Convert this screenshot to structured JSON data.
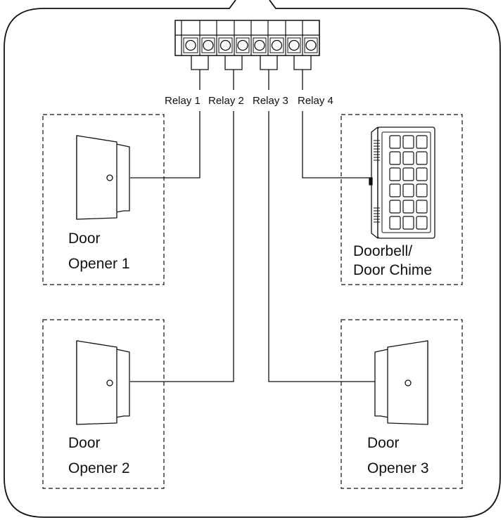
{
  "relays": [
    {
      "label": "Relay 1"
    },
    {
      "label": "Relay 2"
    },
    {
      "label": "Relay 3"
    },
    {
      "label": "Relay 4"
    }
  ],
  "devices": {
    "door_opener_1": {
      "line1": "Door",
      "line2": "Opener 1"
    },
    "door_opener_2": {
      "line1": "Door",
      "line2": "Opener 2"
    },
    "door_opener_3": {
      "line1": "Door",
      "line2": "Opener 3"
    },
    "doorbell": {
      "line1": "Doorbell/",
      "line2": "Door Chime"
    }
  },
  "colors": {
    "line": "#111111",
    "background": "#ffffff"
  },
  "icons": [
    "terminal-block-icon",
    "door-icon",
    "door-chime-icon"
  ]
}
